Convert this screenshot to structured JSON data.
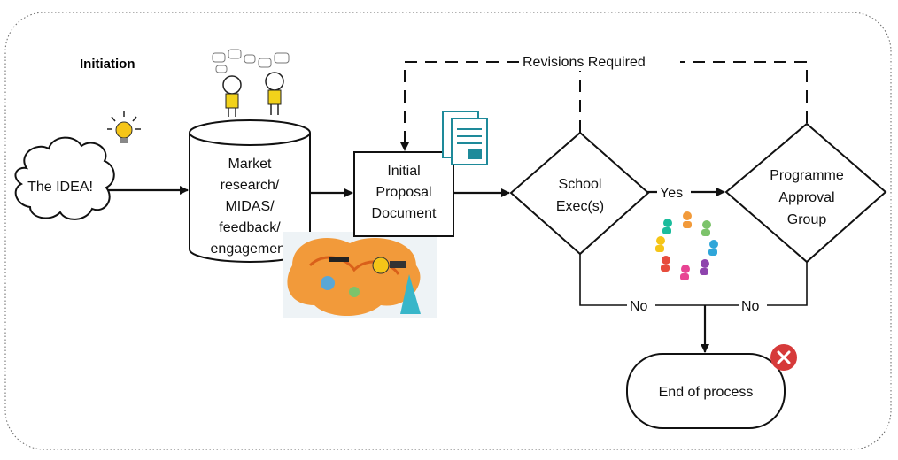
{
  "section_title": "Initiation",
  "nodes": {
    "idea": {
      "label": "The IDEA!"
    },
    "research": {
      "lines": [
        "Market",
        "research/",
        "MIDAS/",
        "feedback/",
        "engagement"
      ]
    },
    "proposal": {
      "lines": [
        "Initial",
        "Proposal",
        "Document"
      ]
    },
    "school_exec": {
      "lines": [
        "School",
        "Exec(s)"
      ]
    },
    "approval_group": {
      "lines": [
        "Programme",
        "Approval",
        "Group"
      ]
    },
    "end": {
      "label": "End of process"
    }
  },
  "edge_labels": {
    "revisions": "Revisions Required",
    "yes": "Yes",
    "no_left": "No",
    "no_right": "No"
  },
  "icons": [
    "lightbulb-icon",
    "people-talking-icon",
    "document-icon",
    "brain-collage-icon",
    "team-circle-icon",
    "close-icon"
  ],
  "colors": {
    "line": "#111111",
    "bulb": "#f5c518",
    "people": "#f2d21b",
    "document": "#1e8a9a",
    "close": "#d63a3a",
    "brain": "#f29a3a"
  }
}
